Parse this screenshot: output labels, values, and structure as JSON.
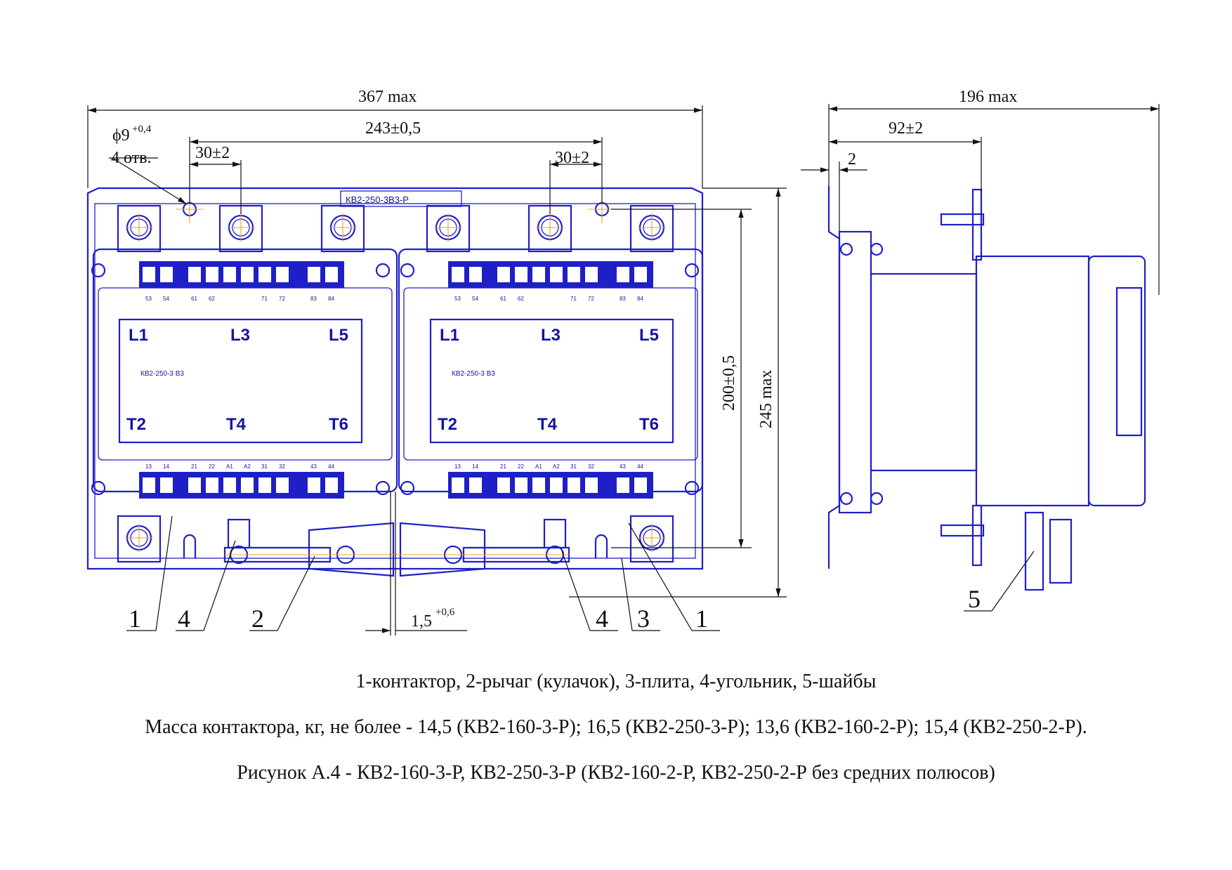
{
  "dimensions": {
    "overall_width": "367 max",
    "mount_spacing": "243±0,5",
    "terminal_offset_left": "30±2",
    "terminal_offset_right": "30±2",
    "hole_diameter": "ϕ9",
    "hole_tolerance": "+0,4",
    "hole_count": "4 отв.",
    "mount_height": "200±0,5",
    "overall_height": "245 max",
    "gap": "1,5",
    "gap_tolerance": "+0,6",
    "side_depth": "196 max",
    "side_offset": "92±2",
    "plate_thickness": "2"
  },
  "device": {
    "nameplate": "КВ2-250-3В3-Р",
    "model_left": "КВ2-250-3 В3",
    "model_right": "КВ2-250-3 В3",
    "terminals_top": [
      "L1",
      "L3",
      "L5"
    ],
    "terminals_bottom": [
      "T2",
      "T4",
      "T6"
    ],
    "aux_top": [
      "53",
      "54",
      "61",
      "62",
      "71",
      "72",
      "83",
      "84"
    ],
    "aux_bottom": [
      "13",
      "14",
      "21",
      "22",
      "A1",
      "A2",
      "31",
      "32",
      "43",
      "44"
    ]
  },
  "callouts": [
    "1",
    "4",
    "2",
    "4",
    "3",
    "1",
    "5"
  ],
  "captions": {
    "legend": "1-контактор, 2-рычаг (кулачок), 3-плита, 4-угольник, 5-шайбы",
    "mass": "Масса контактора, кг, не более - 14,5 (КВ2-160-3-Р); 16,5 (КВ2-250-3-Р); 13,6 (КВ2-160-2-Р); 15,4 (КВ2-250-2-Р).",
    "figure": "Рисунок А.4 - КВ2-160-3-Р, КВ2-250-3-Р (КВ2-160-2-Р, КВ2-250-2-Р без средних полюсов)"
  }
}
